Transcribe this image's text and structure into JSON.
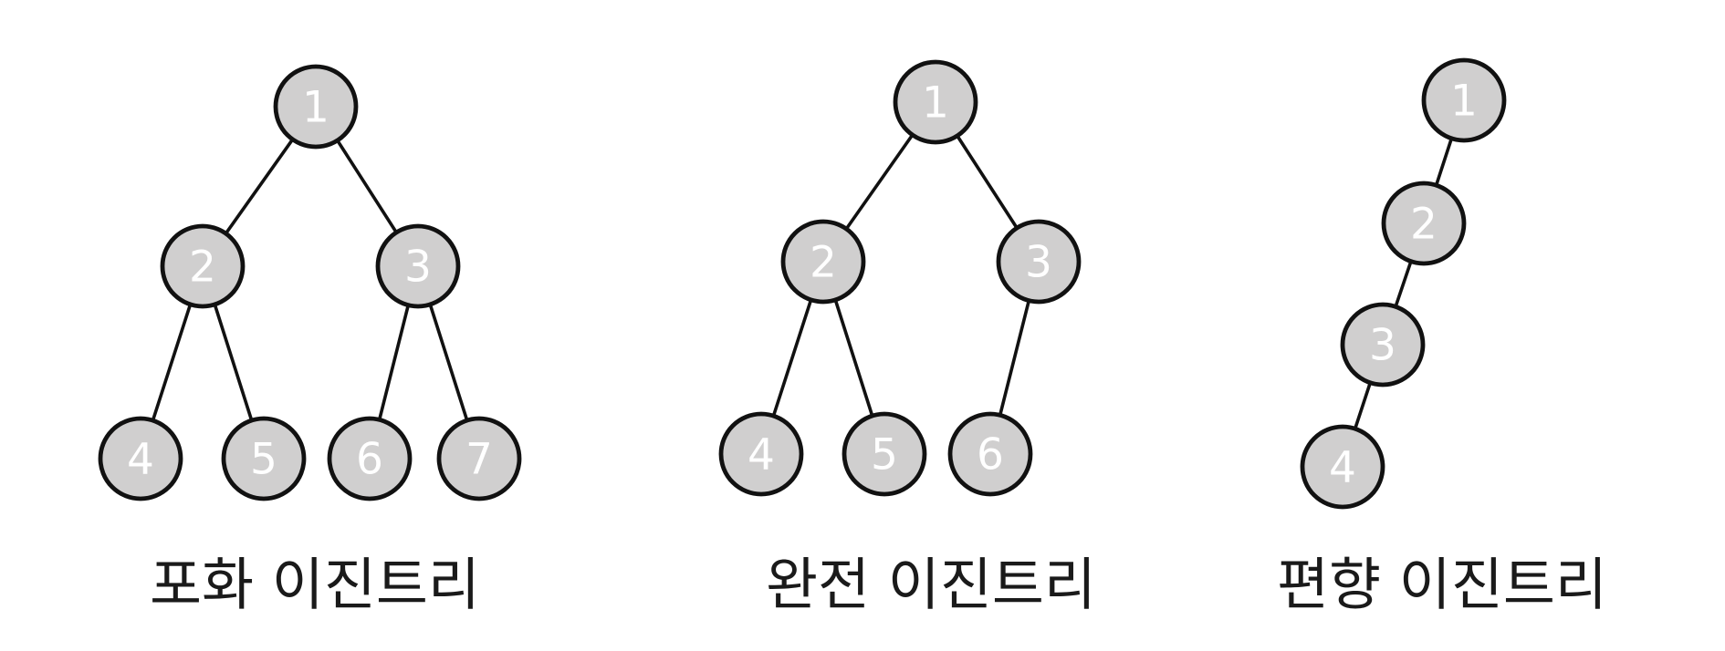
{
  "trees": [
    {
      "caption": "포화 이진트리",
      "nodes": [
        {
          "id": "1",
          "label": "1"
        },
        {
          "id": "2",
          "label": "2"
        },
        {
          "id": "3",
          "label": "3"
        },
        {
          "id": "4",
          "label": "4"
        },
        {
          "id": "5",
          "label": "5"
        },
        {
          "id": "6",
          "label": "6"
        },
        {
          "id": "7",
          "label": "7"
        }
      ],
      "edges": [
        [
          "1",
          "2"
        ],
        [
          "1",
          "3"
        ],
        [
          "2",
          "4"
        ],
        [
          "2",
          "5"
        ],
        [
          "3",
          "6"
        ],
        [
          "3",
          "7"
        ]
      ]
    },
    {
      "caption": "완전 이진트리",
      "nodes": [
        {
          "id": "1",
          "label": "1"
        },
        {
          "id": "2",
          "label": "2"
        },
        {
          "id": "3",
          "label": "3"
        },
        {
          "id": "4",
          "label": "4"
        },
        {
          "id": "5",
          "label": "5"
        },
        {
          "id": "6",
          "label": "6"
        }
      ],
      "edges": [
        [
          "1",
          "2"
        ],
        [
          "1",
          "3"
        ],
        [
          "2",
          "4"
        ],
        [
          "2",
          "5"
        ],
        [
          "3",
          "6"
        ]
      ]
    },
    {
      "caption": "편향 이진트리",
      "nodes": [
        {
          "id": "1",
          "label": "1"
        },
        {
          "id": "2",
          "label": "2"
        },
        {
          "id": "3",
          "label": "3"
        },
        {
          "id": "4",
          "label": "4"
        }
      ],
      "edges": [
        [
          "1",
          "2"
        ],
        [
          "2",
          "3"
        ],
        [
          "3",
          "4"
        ]
      ]
    }
  ],
  "colors": {
    "node_fill": "#d0cfcf",
    "node_stroke": "#111111",
    "edge": "#111111",
    "label": "#ffffff",
    "caption": "#1a1a1a"
  }
}
